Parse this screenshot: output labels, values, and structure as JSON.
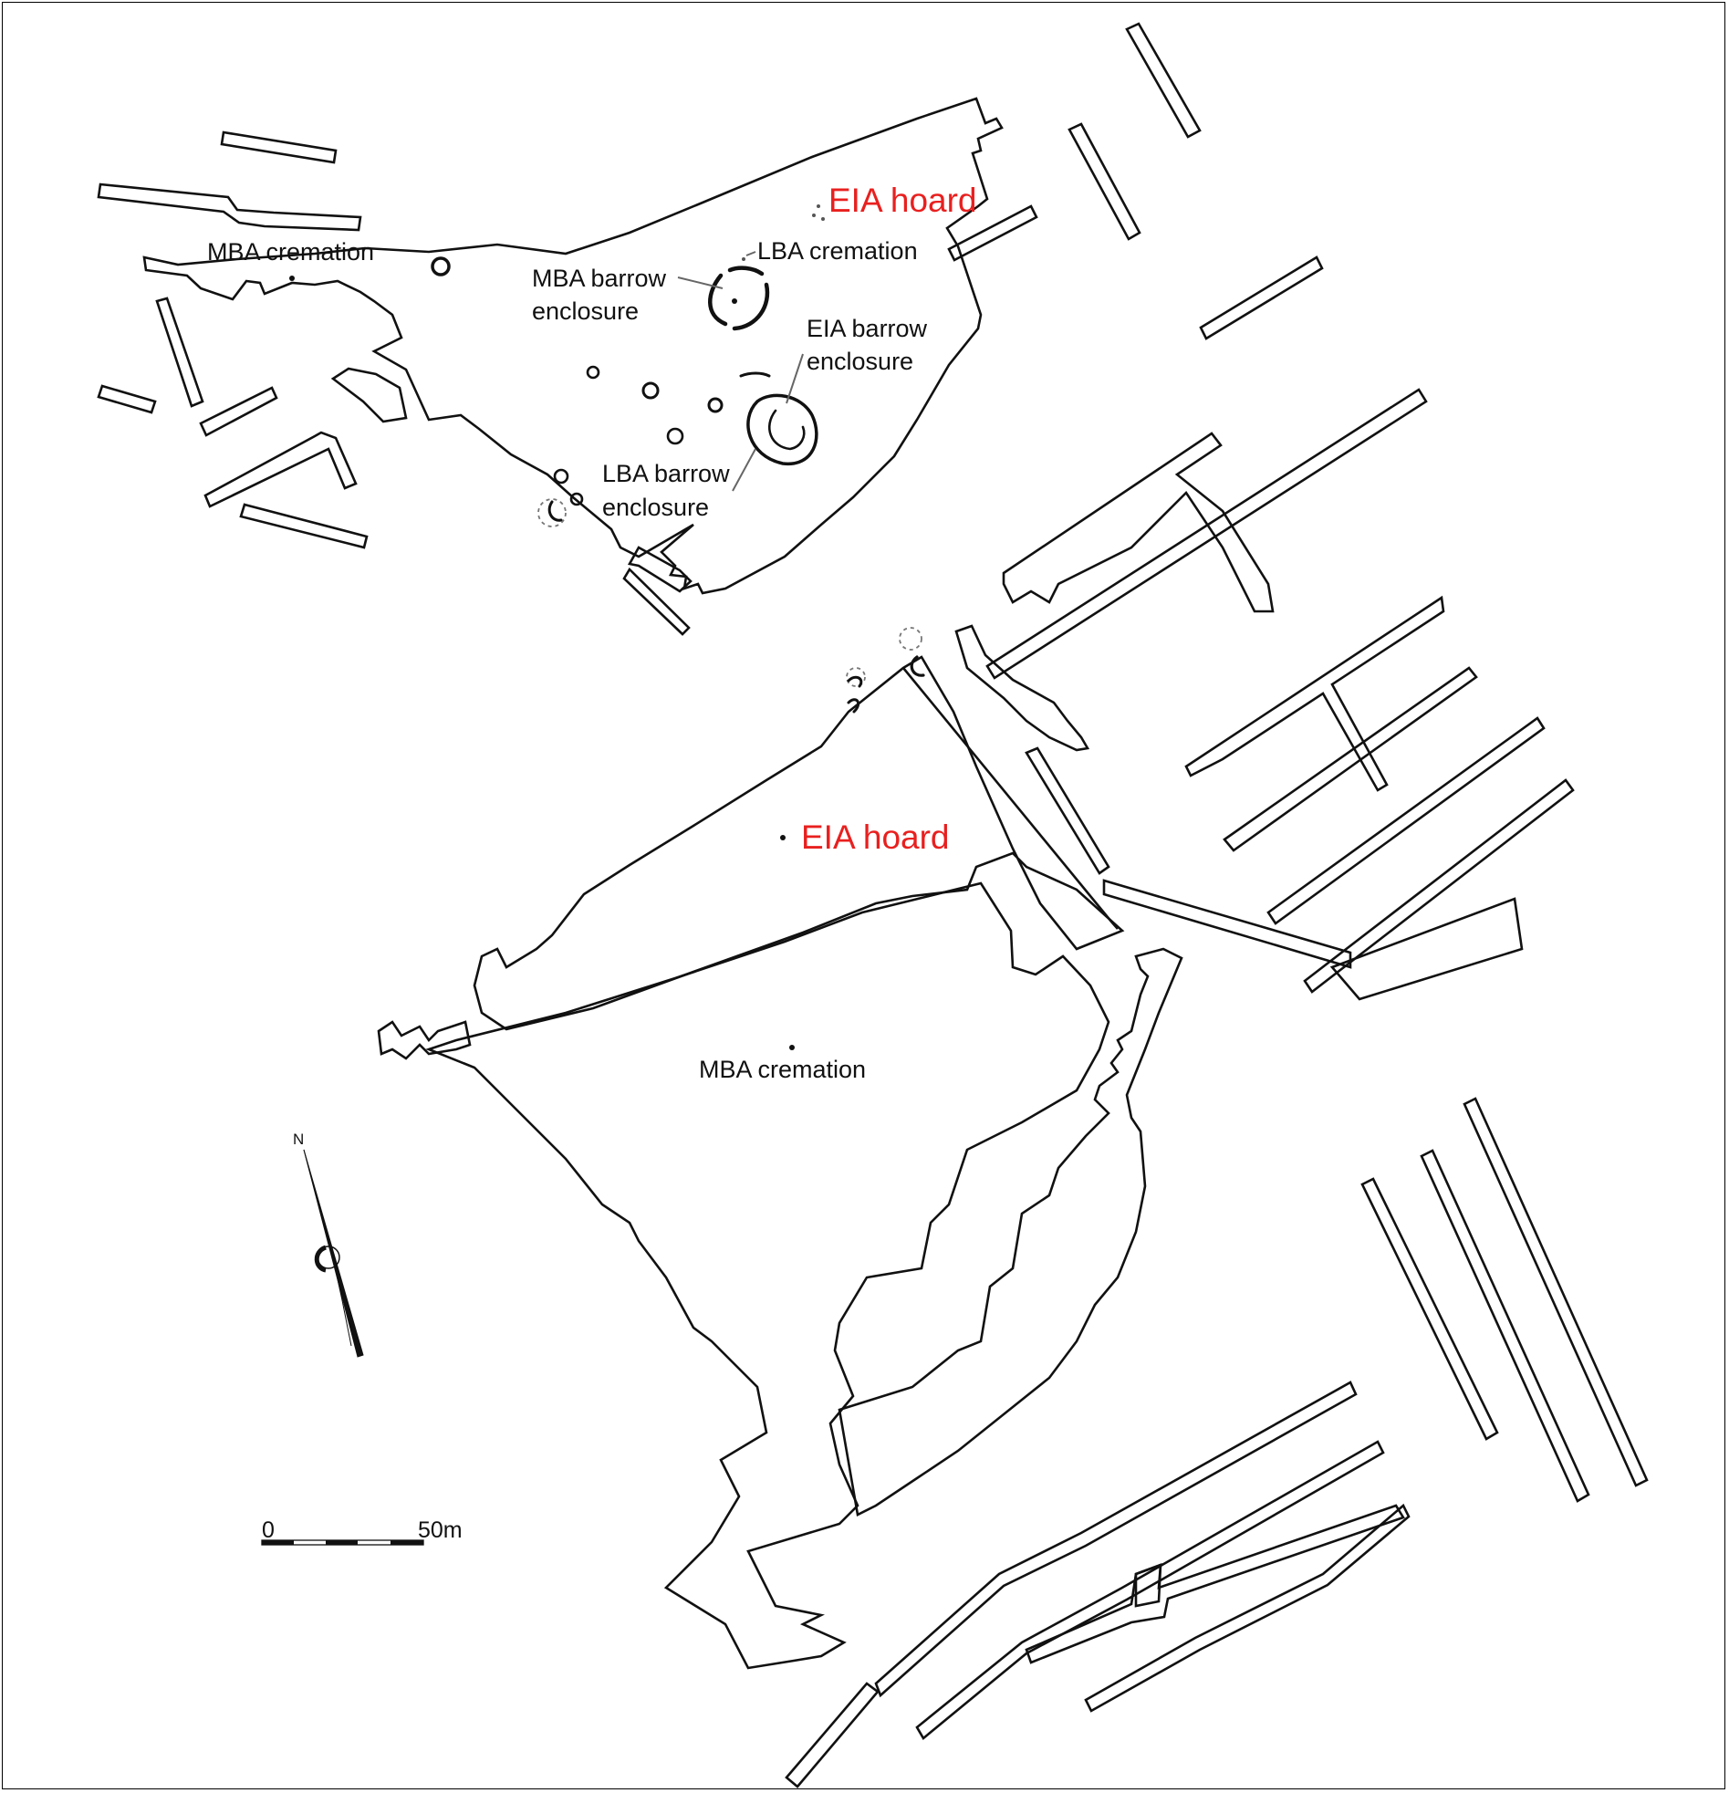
{
  "labels": {
    "mba_cremation_north": "MBA cremation",
    "lba_cremation": "LBA cremation",
    "eia_hoard_north": "EIA hoard",
    "mba_barrow_line1": "MBA barrow",
    "mba_barrow_line2": "enclosure",
    "eia_barrow_line1": "EIA barrow",
    "eia_barrow_line2": "enclosure",
    "lba_barrow_line1": "LBA barrow",
    "lba_barrow_line2": "enclosure",
    "eia_hoard_central": "EIA hoard",
    "mba_cremation_south": "MBA cremation"
  },
  "north_arrow": {
    "label": "N",
    "icon": "north-arrow-icon"
  },
  "scale_bar": {
    "start": "0",
    "end": "50m",
    "icon": "scale-bar-icon"
  },
  "colors": {
    "outline": "#111111",
    "highlight": "#e8201f",
    "dashed": "#777777"
  }
}
